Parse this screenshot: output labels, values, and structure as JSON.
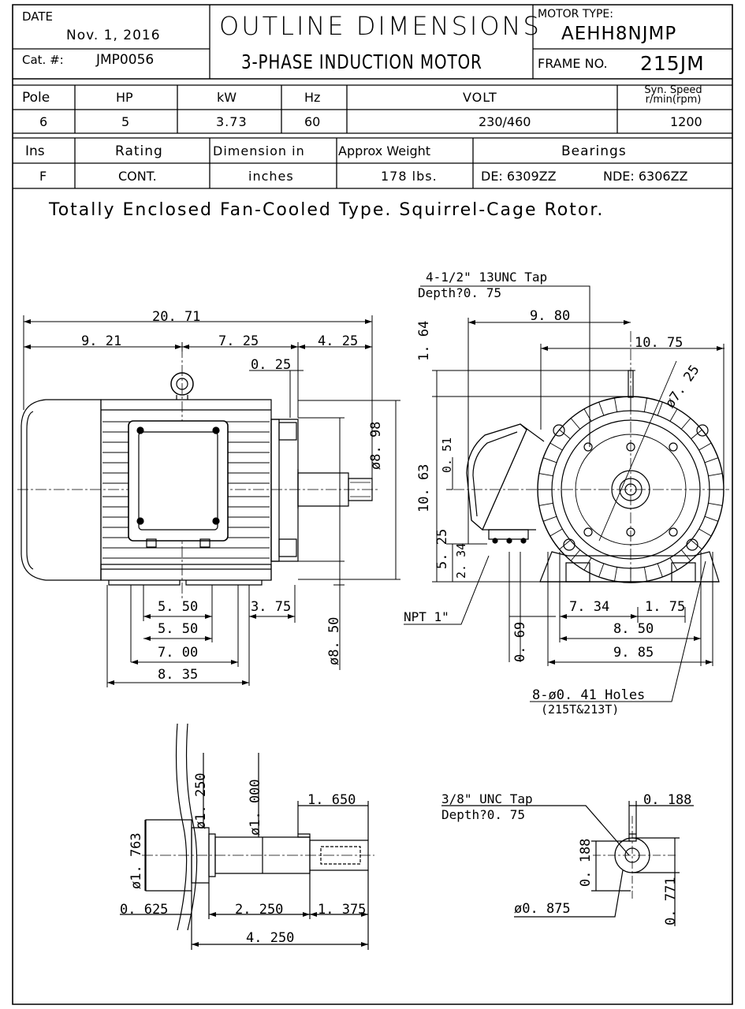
{
  "header": {
    "date_label": "DATE",
    "date_value": "Nov. 1, 2016",
    "cat_label": "Cat. #:",
    "cat_value": "JMP0056",
    "title": "OUTLINE DIMENSIONS",
    "subtitle": "3-PHASE INDUCTION MOTOR",
    "motor_type_label": "MOTOR TYPE:",
    "motor_type_value": "AEHH8NJMP",
    "frame_label": "FRAME NO.",
    "frame_value": "215JM"
  },
  "specs1": {
    "headers": [
      "Pole",
      "HP",
      "kW",
      "Hz",
      "VOLT",
      "Syn. Speed r/min(rpm)"
    ],
    "values": [
      "6",
      "5",
      "3.73",
      "60",
      "230/460",
      "1200"
    ]
  },
  "specs2": {
    "headers": [
      "Ins",
      "Rating",
      "Dimension in",
      "Approx Weight",
      "Bearings"
    ],
    "values": [
      "F",
      "CONT.",
      "inches",
      "178 lbs.",
      "DE: 6309ZZ",
      "NDE: 6306ZZ"
    ]
  },
  "description": "Totally Enclosed Fan-Cooled Type. Squirrel-Cage Rotor.",
  "side_view": {
    "overall": "20. 71",
    "d_9_21": "9. 21",
    "d_7_25": "7. 25",
    "d_4_25": "4. 25",
    "d_0_25": "0. 25",
    "d_5_50a": "5. 50",
    "d_3_75": "3. 75",
    "d_5_50b": "5. 50",
    "d_7_00": "7. 00",
    "d_8_35": "8. 35",
    "d_8_98": "ø8. 98",
    "d_8_50": "ø8. 50"
  },
  "end_view": {
    "tap_note_1": "4-1/2\" 13UNC Tap",
    "tap_note_2": "Depth?0. 75",
    "d_9_80": "9. 80",
    "d_10_75": "10. 75",
    "d_1_64": "1. 64",
    "d_7_25": "ø7. 25",
    "d_10_63": "10. 63",
    "d_0_51": "0. 51",
    "d_5_25": "5. 25",
    "d_2_34": "2. 34",
    "npt": "NPT 1\"",
    "d_0_69": "0. 69",
    "d_7_34": "7. 34",
    "d_1_75": "1. 75",
    "d_8_50": "8. 50",
    "d_9_85": "9. 85",
    "holes_1": "8-ø0. 41 Holes",
    "holes_2": "(215T&213T)"
  },
  "shaft_view": {
    "d_1_250": "ø1. 250",
    "d_1_000": "ø1. 000",
    "d_1_650": "1. 650",
    "d_1_763": "ø1. 763",
    "d_0_625": "0. 625",
    "d_2_250": "2. 250",
    "d_1_375": "1. 375",
    "d_4_250": "4. 250"
  },
  "shaft_end": {
    "tap_note_1": "3/8\" UNC Tap",
    "tap_note_2": "Depth?0. 75",
    "d_0_188a": "0. 188",
    "d_0_188b": "0. 188",
    "d_0_771": "0. 771",
    "d_0_875": "ø0. 875"
  }
}
